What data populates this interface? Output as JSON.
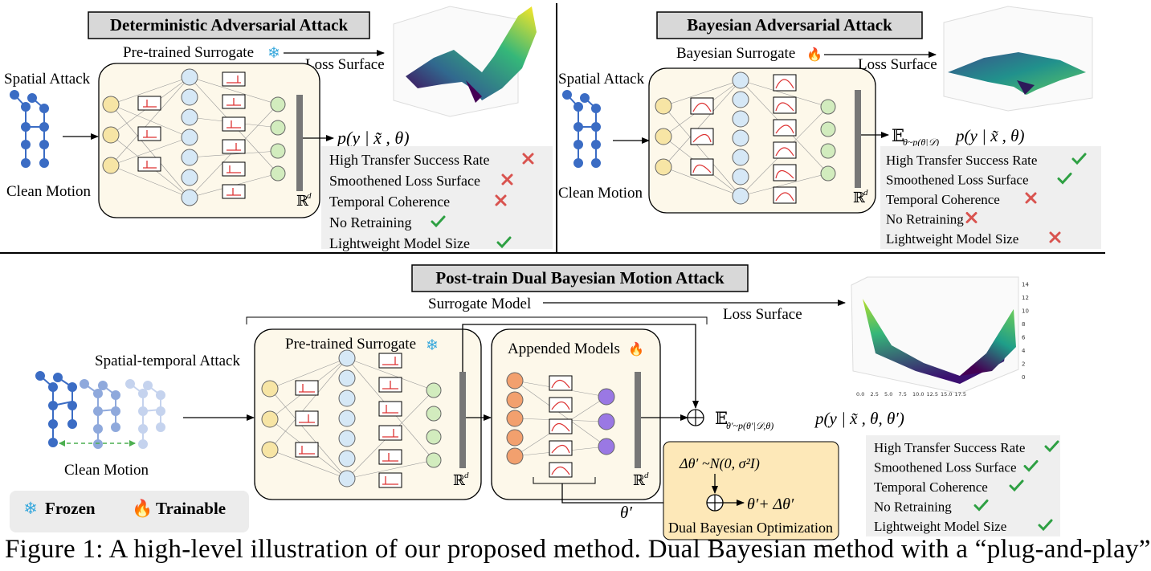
{
  "top_left": {
    "title": "Deterministic Adversarial Attack",
    "surrogate_label": "Pre-trained Surrogate",
    "surrogate_icon": "snowflake-icon",
    "loss_surface_label": "Loss Surface",
    "spatial_attack_label": "Spatial Attack",
    "clean_motion_label": "Clean Motion",
    "output_formula": "p(y | x̃ , θ)",
    "feature_space": "ℝ",
    "feature_sup": "d",
    "properties": [
      {
        "label": "High Transfer Success Rate",
        "status": "cross"
      },
      {
        "label": "Smoothened Loss Surface",
        "status": "cross"
      },
      {
        "label": "Temporal Coherence",
        "status": "cross"
      },
      {
        "label": "No Retraining",
        "status": "check"
      },
      {
        "label": "Lightweight Model Size",
        "status": "check"
      }
    ]
  },
  "top_right": {
    "title": "Bayesian Adversarial Attack",
    "surrogate_label": "Bayesian Surrogate",
    "surrogate_icon": "fire-icon",
    "loss_surface_label": "Loss Surface",
    "spatial_attack_label": "Spatial Attack",
    "clean_motion_label": "Clean Motion",
    "output_E": "𝔼",
    "output_sub": "θ~p(θ|𝒟)",
    "output_formula": "p(y | x̃ , θ)",
    "feature_space": "ℝ",
    "feature_sup": "d",
    "properties": [
      {
        "label": "High Transfer Success Rate",
        "status": "check"
      },
      {
        "label": "Smoothened Loss Surface",
        "status": "check"
      },
      {
        "label": "Temporal Coherence",
        "status": "cross"
      },
      {
        "label": "No Retraining",
        "status": "cross"
      },
      {
        "label": "Lightweight Model Size",
        "status": "cross"
      }
    ]
  },
  "bottom": {
    "title": "Post-train Dual Bayesian Motion Attack",
    "surrogate_model_label": "Surrogate Model",
    "loss_surface_label": "Loss Surface",
    "spatial_temporal_label": "Spatial-temporal Attack",
    "clean_motion_label": "Clean Motion",
    "pretrained_label": "Pre-trained Surrogate",
    "appended_label": "Appended Models",
    "feature_space": "ℝ",
    "feature_sup": "d",
    "output_E": "𝔼",
    "output_sub": "θ′~p(θ′|𝒟,θ)",
    "output_formula": "p(y | x̃ , θ, θ′)",
    "theta_prime": "θ′",
    "noise_formula": "Δθ′ ~N(0, σ²I)",
    "update_formula": "θ′+ Δθ′",
    "dual_opt_label": "Dual Bayesian Optimization",
    "plot_y_ticks": [
      "0",
      "2",
      "4",
      "6",
      "8",
      "10",
      "12",
      "14"
    ],
    "plot_x_ticks": [
      "0.0",
      "2.5",
      "5.0",
      "7.5",
      "10.0",
      "12.5",
      "15.0",
      "17.5"
    ],
    "properties": [
      {
        "label": "High Transfer Success Rate",
        "status": "check"
      },
      {
        "label": "Smoothened Loss Surface",
        "status": "check"
      },
      {
        "label": "Temporal Coherence",
        "status": "check"
      },
      {
        "label": "No Retraining",
        "status": "check"
      },
      {
        "label": "Lightweight Model Size",
        "status": "check"
      }
    ]
  },
  "legend": {
    "frozen_label": "Frozen",
    "trainable_label": "Trainable",
    "frozen_icon": "snowflake-icon",
    "trainable_icon": "fire-icon"
  },
  "caption": "Figure 1: A high-level illustration of our proposed method. Dual Bayesian method with a “plug-and-play”",
  "colors": {
    "panel_bg": "#fdf8ea",
    "title_bg": "#d8d8d8",
    "props_bg": "#efefef",
    "node_yellow": "#f7e5a5",
    "node_blue": "#d6e8f6",
    "node_green": "#d2ecbe",
    "node_orange": "#f2a06e",
    "node_purple": "#9a78e4",
    "skeleton_blue": "#3b6cc4",
    "check_green": "#2ea043",
    "cross_red": "#d9534f",
    "snowflake": "#35a7dc",
    "fire": "#f08a1c",
    "dual_opt_bg": "#fde8b8"
  }
}
